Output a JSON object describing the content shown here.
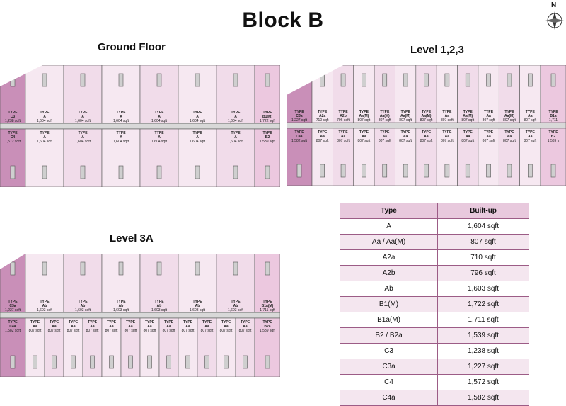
{
  "title": "Block B",
  "compass_label": "N",
  "ground_floor": {
    "heading": "Ground Floor",
    "top_row": [
      {
        "type": "TYPE\nC3",
        "size": "1,238 sqft"
      },
      {
        "type": "TYPE\nA",
        "size": "1,604 sqft"
      },
      {
        "type": "TYPE\nA",
        "size": "1,604 sqft"
      },
      {
        "type": "TYPE\nA",
        "size": "1,604 sqft"
      },
      {
        "type": "TYPE\nA",
        "size": "1,604 sqft"
      },
      {
        "type": "TYPE\nA",
        "size": "1,604 sqft"
      },
      {
        "type": "TYPE\nA",
        "size": "1,604 sqft"
      },
      {
        "type": "TYPE\nB1(M)",
        "size": "1,722 sqft"
      }
    ],
    "bottom_row": [
      {
        "type": "TYPE\nC4",
        "size": "1,572 sqft"
      },
      {
        "type": "TYPE\nA",
        "size": "1,604 sqft"
      },
      {
        "type": "TYPE\nA",
        "size": "1,604 sqft"
      },
      {
        "type": "TYPE\nA",
        "size": "1,604 sqft"
      },
      {
        "type": "TYPE\nA",
        "size": "1,604 sqft"
      },
      {
        "type": "TYPE\nA",
        "size": "1,604 sqft"
      },
      {
        "type": "TYPE\nA",
        "size": "1,604 sqft"
      },
      {
        "type": "TYPE\nB2",
        "size": "1,539 sqft"
      }
    ]
  },
  "level_123": {
    "heading": "Level 1,2,3",
    "top_row": [
      {
        "type": "TYPE\nC3a",
        "size": "1,227 sqft"
      },
      {
        "type": "TYPE\nA2a",
        "size": "710 sqft"
      },
      {
        "type": "TYPE\nA2b",
        "size": "796 sqft"
      },
      {
        "type": "TYPE\nAa(M)",
        "size": "807 sqft"
      },
      {
        "type": "TYPE\nAa(M)",
        "size": "807 sqft"
      },
      {
        "type": "TYPE\nAa(M)",
        "size": "807 sqft"
      },
      {
        "type": "TYPE\nAa(M)",
        "size": "807 sqft"
      },
      {
        "type": "TYPE\nAa",
        "size": "807 sqft"
      },
      {
        "type": "TYPE\nAa(M)",
        "size": "807 sqft"
      },
      {
        "type": "TYPE\nAa",
        "size": "807 sqft"
      },
      {
        "type": "TYPE\nAa(M)",
        "size": "807 sqft"
      },
      {
        "type": "TYPE\nAa",
        "size": "807 sqft"
      },
      {
        "type": "TYPE\nB1a",
        "size": "1,711"
      }
    ],
    "bottom_row": [
      {
        "type": "TYPE\nC4a",
        "size": "1,582 sqft"
      },
      {
        "type": "TYPE\nAa",
        "size": "807 sqft"
      },
      {
        "type": "TYPE\nAa",
        "size": "807 sqft"
      },
      {
        "type": "TYPE\nAa",
        "size": "807 sqft"
      },
      {
        "type": "TYPE\nAa",
        "size": "807 sqft"
      },
      {
        "type": "TYPE\nAa",
        "size": "807 sqft"
      },
      {
        "type": "TYPE\nAa",
        "size": "807 sqft"
      },
      {
        "type": "TYPE\nAa",
        "size": "807 sqft"
      },
      {
        "type": "TYPE\nAa",
        "size": "807 sqft"
      },
      {
        "type": "TYPE\nAa",
        "size": "807 sqft"
      },
      {
        "type": "TYPE\nAa",
        "size": "807 sqft"
      },
      {
        "type": "TYPE\nAa",
        "size": "807 sqft"
      },
      {
        "type": "TYPE\nB2",
        "size": "1,539 s"
      }
    ]
  },
  "level_3a": {
    "heading": "Level 3A",
    "top_row": [
      {
        "type": "TYPE\nC3a",
        "size": "1,227 sqft"
      },
      {
        "type": "TYPE\nAb",
        "size": "1,603 sqft"
      },
      {
        "type": "TYPE\nAb",
        "size": "1,603 sqft"
      },
      {
        "type": "TYPE\nAb",
        "size": "1,603 sqft"
      },
      {
        "type": "TYPE\nAb",
        "size": "1,603 sqft"
      },
      {
        "type": "TYPE\nAb",
        "size": "1,603 sqft"
      },
      {
        "type": "TYPE\nAb",
        "size": "1,603 sqft"
      },
      {
        "type": "TYPE\nB1a(M)",
        "size": "1,711 sqft"
      }
    ],
    "bottom_row": [
      {
        "type": "TYPE\nC4a",
        "size": "1,582 sqft"
      },
      {
        "type": "TYPE\nAa",
        "size": "807 sqft"
      },
      {
        "type": "TYPE\nAa",
        "size": "807 sqft"
      },
      {
        "type": "TYPE\nAa",
        "size": "807 sqft"
      },
      {
        "type": "TYPE\nAa",
        "size": "807 sqft"
      },
      {
        "type": "TYPE\nAa",
        "size": "807 sqft"
      },
      {
        "type": "TYPE\nAa",
        "size": "807 sqft"
      },
      {
        "type": "TYPE\nAa",
        "size": "807 sqft"
      },
      {
        "type": "TYPE\nAa",
        "size": "807 sqft"
      },
      {
        "type": "TYPE\nAa",
        "size": "807 sqft"
      },
      {
        "type": "TYPE\nAa",
        "size": "807 sqft"
      },
      {
        "type": "TYPE\nAa",
        "size": "807 sqft"
      },
      {
        "type": "TYPE\nAa",
        "size": "807 sqft"
      },
      {
        "type": "TYPE\nB2a",
        "size": "1,539 sqft"
      }
    ]
  },
  "legend": {
    "header": [
      "Type",
      "Built-up"
    ],
    "rows": [
      [
        "A",
        "1,604 sqft"
      ],
      [
        "Aa / Aa(M)",
        "807 sqft"
      ],
      [
        "A2a",
        "710 sqft"
      ],
      [
        "A2b",
        "796 sqft"
      ],
      [
        "Ab",
        "1,603 sqft"
      ],
      [
        "B1(M)",
        "1,722 sqft"
      ],
      [
        "B1a(M)",
        "1,711 sqft"
      ],
      [
        "B2 / B2a",
        "1,539 sqft"
      ],
      [
        "C3",
        "1,238 sqft"
      ],
      [
        "C3a",
        "1,227 sqft"
      ],
      [
        "C4",
        "1,572 sqft"
      ],
      [
        "C4a",
        "1,582 sqft"
      ]
    ]
  },
  "colors": {
    "unit_light": "#f6e8f1",
    "unit_mid": "#ecc8df",
    "unit_corner": "#c98fb8",
    "corridor": "#d8d8d8",
    "wall": "#555555"
  }
}
